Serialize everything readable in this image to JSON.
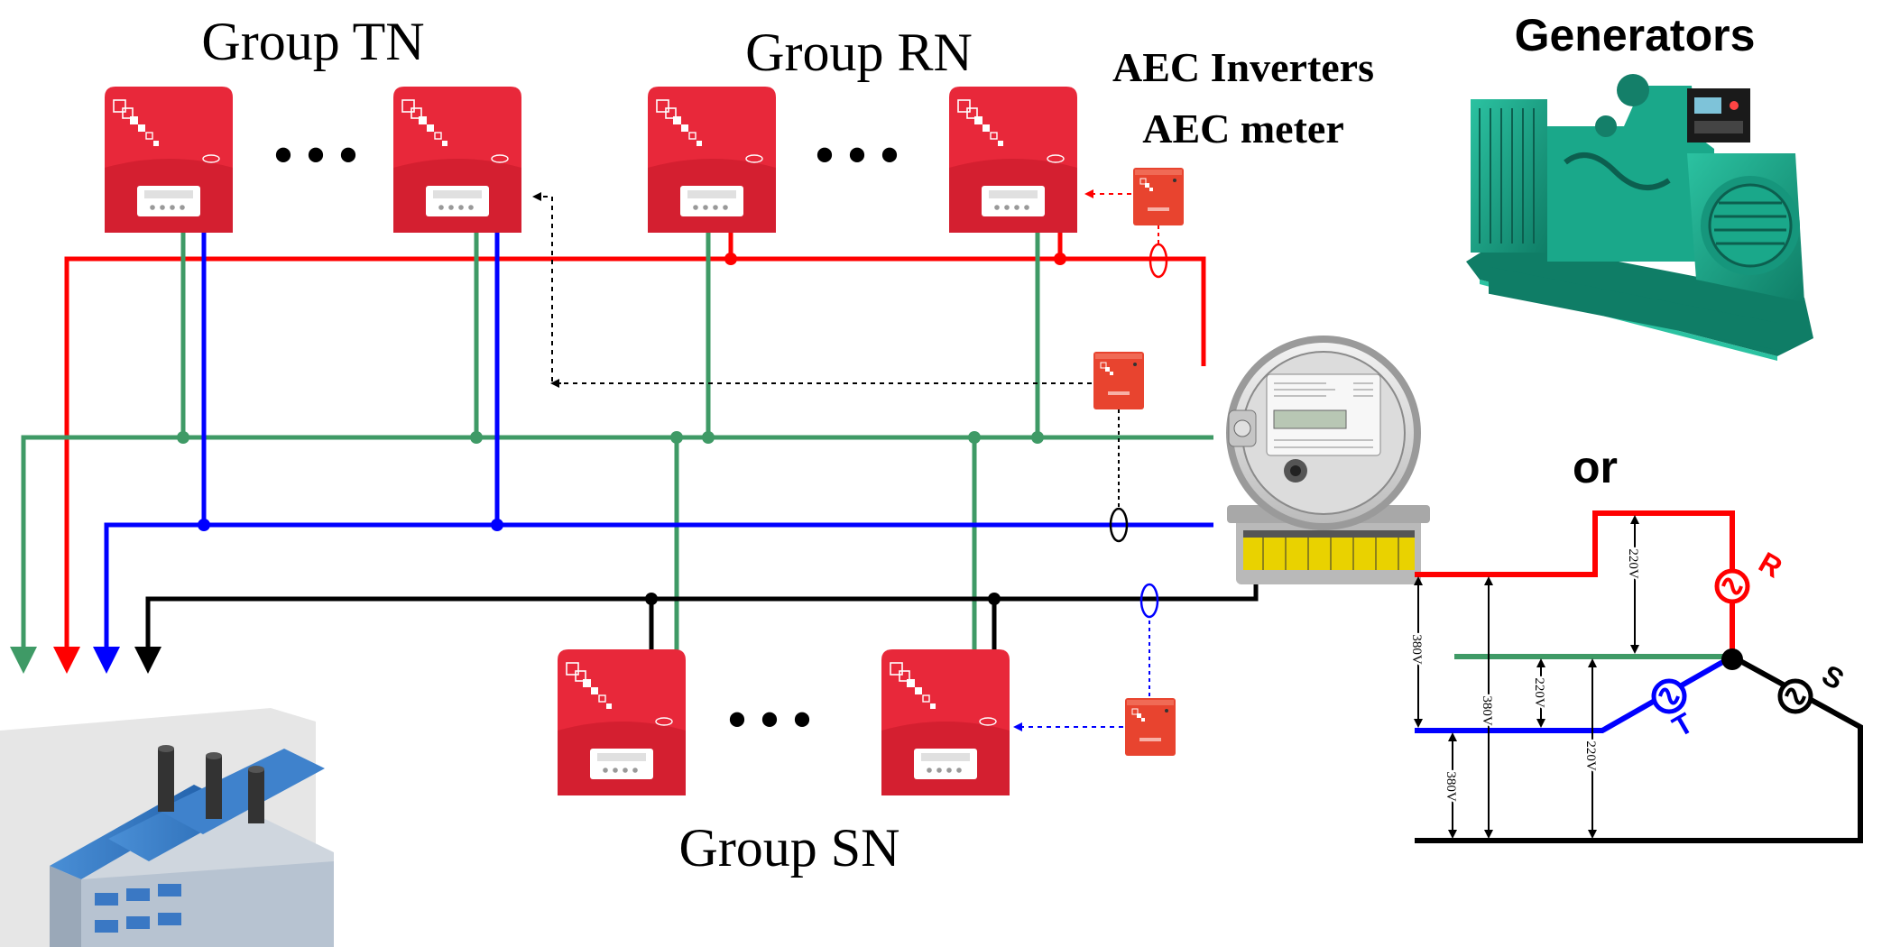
{
  "labels": {
    "group_tn": "Group TN",
    "group_rn": "Group RN",
    "group_sn": "Group SN",
    "aec_inverters": "AEC Inverters",
    "aec_meter": "AEC meter",
    "generators": "Generators",
    "or": "or"
  },
  "ellipsis": "•  •  •",
  "phasor": {
    "r": "R",
    "s": "S",
    "t": "T",
    "v220_a": "220V",
    "v220_b": "220V",
    "v220_c": "220V",
    "v380_a": "380V",
    "v380_b": "380V",
    "v380_c": "380V"
  },
  "colors": {
    "phase_r": "#ff0000",
    "phase_s": "#000000",
    "phase_t": "#0000ff",
    "neutral": "#3f9a66",
    "inverter": "#e8283a",
    "generator": "#1aa88a"
  },
  "icons": {
    "inverter": "inverter-icon",
    "meter_device": "aec-meter-icon",
    "energy_meter": "energy-meter-icon",
    "generator": "generator-icon",
    "factory": "factory-icon",
    "ac_source": "ac-source-icon"
  }
}
